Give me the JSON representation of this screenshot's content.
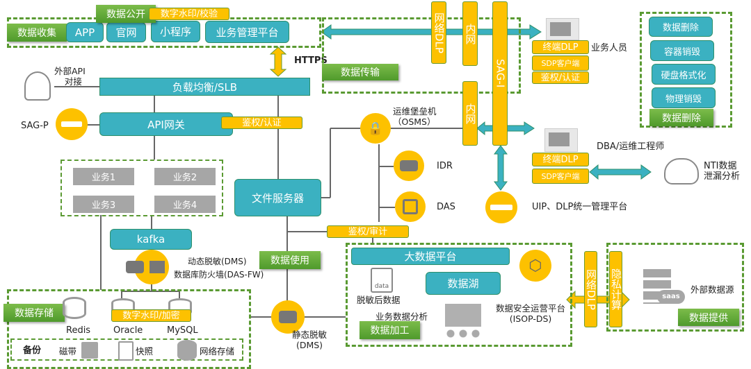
{
  "collect": {
    "label": "数据收集",
    "items": [
      "APP",
      "官网",
      "小程序",
      "业务管理平台"
    ]
  },
  "publish": {
    "label": "数据公开",
    "watermark": "数字水印/校验"
  },
  "https": "HTTPS",
  "transfer": {
    "label": "数据传输",
    "net_dlp": "网络DLP",
    "intranet": "内网",
    "sag_i": "SAG-I",
    "intranet2": "内网"
  },
  "staff": {
    "terminal_dlp": "终端DLP",
    "sdp": "SDP客户端",
    "auth": "鉴权/认证",
    "label": "业务人员"
  },
  "deletion": {
    "items": [
      "数据删除",
      "容器销毁",
      "硬盘格式化",
      "物理销毁"
    ],
    "label": "数据删除"
  },
  "slb": "负载均衡/SLB",
  "external_api": {
    "line1": "外部API",
    "line2": "对接"
  },
  "sag_p": "SAG-P",
  "api_gateway": {
    "label": "API网关",
    "auth": "鉴权/认证"
  },
  "business": [
    "业务1",
    "业务2",
    "业务3",
    "业务4"
  ],
  "file_server": "文件服务器",
  "osms": {
    "line1": "运维堡垒机",
    "line2": "（OSMS）"
  },
  "idr": "IDR",
  "das": "DAS",
  "dba": {
    "terminal_dlp": "终端DLP",
    "sdp": "SDP客户端",
    "label": "DBA/运维工程师"
  },
  "nti": {
    "line1": "NTI数据",
    "line2": "泄漏分析"
  },
  "uip": "UIP、DLP统一管理平台",
  "audit": "鉴权/审计",
  "kafka": "kafka",
  "dms": {
    "line1": "动态脱敏(DMS)",
    "line2": "数据库防火墙(DAS-FW)"
  },
  "use": "数据使用",
  "storage": {
    "label": "数据存储",
    "dbs": [
      "Redis",
      "Oracle",
      "MySQL"
    ],
    "encrypt": "数字水印/加密"
  },
  "backup": {
    "label": "备份",
    "tape": "磁带",
    "snapshot": "快照",
    "network": "网络存储"
  },
  "static_dms": {
    "line1": "静态脱敏",
    "line2": "(DMS)"
  },
  "process": {
    "bigdata": "大数据平台",
    "masked": "脱敏后数据",
    "lake": "数据湖",
    "analysis": "业务数据分析",
    "label": "数据加工",
    "isop1": "数据安全运营平台",
    "isop2": "(ISOP-DS)"
  },
  "provide": {
    "net_dlp": "网络DLP",
    "privacy": "隐私计算",
    "source": "外部数据源",
    "label": "数据提供",
    "saas": "saas"
  },
  "colors": {
    "teal": "#3bb1c1",
    "yellow": "#fdc100",
    "green": "#5a9a32",
    "gray": "#a6a6a6"
  }
}
